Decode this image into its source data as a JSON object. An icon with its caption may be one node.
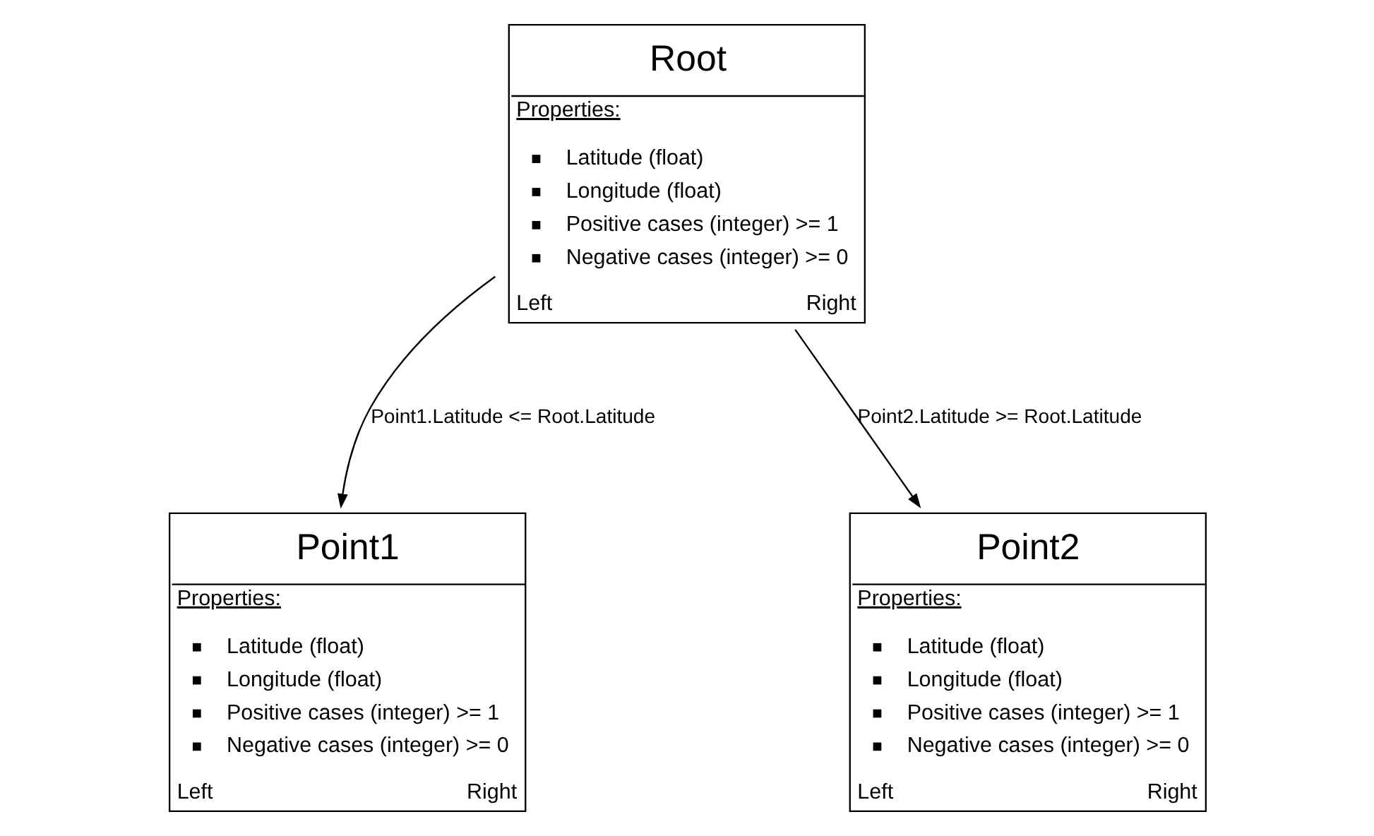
{
  "diagram": {
    "nodes": [
      {
        "text": [
          "Root",
          "Properties:",
          "Latitude (float)",
          "Longitude (float)",
          "Positive cases (integer) >= 1",
          "Negative cases (integer) >= 0",
          "Left",
          "Right"
        ]
      },
      {
        "text": [
          "Point1",
          "Properties:",
          "Latitude (float)",
          "Longitude (float)",
          "Positive cases (integer) >= 1",
          "Negative cases (integer) >= 0",
          "Left",
          "Right"
        ]
      },
      {
        "text": [
          "Point2",
          "Properties:",
          "Latitude (float)",
          "Longitude (float)",
          "Positive cases (integer) >= 1",
          "Negative cases (integer) >= 0",
          "Left",
          "Right"
        ]
      }
    ],
    "edges": [
      {
        "from": 0,
        "to": 1,
        "arrow": "to",
        "label": "Point1.Latitude <= Root.Latitude"
      },
      {
        "from": 0,
        "to": 2,
        "arrow": "to",
        "label": "Point2.Latitude >= Root.Latitude"
      }
    ]
  }
}
